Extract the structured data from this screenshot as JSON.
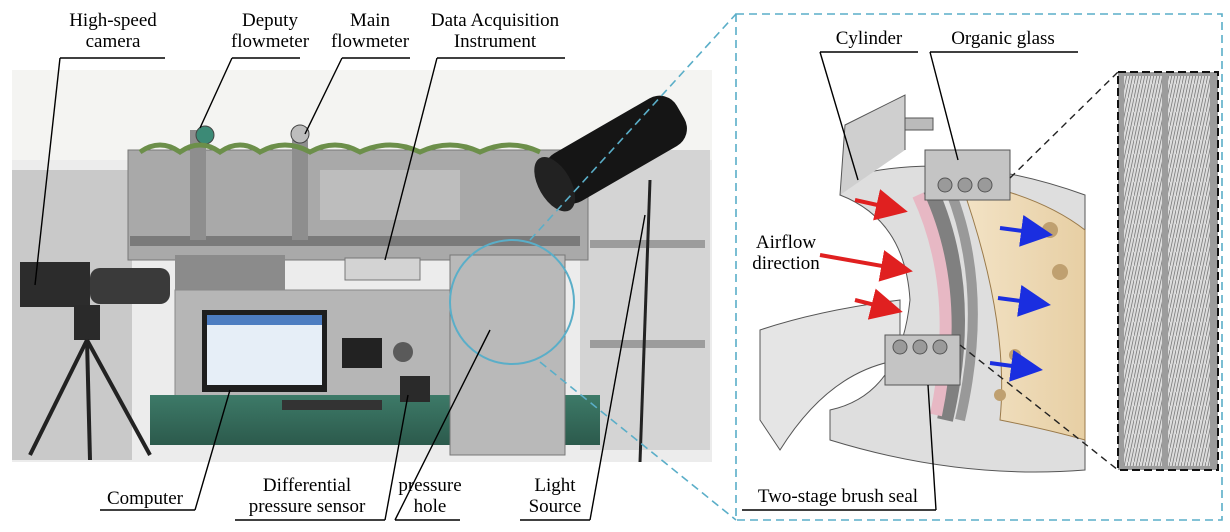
{
  "labels": {
    "high_speed_camera": [
      "High-speed",
      "camera"
    ],
    "deputy_flowmeter": [
      "Deputy",
      "flowmeter"
    ],
    "main_flowmeter": [
      "Main",
      "flowmeter"
    ],
    "data_acquisition": [
      "Data Acquisition",
      "Instrument"
    ],
    "computer": [
      "Computer"
    ],
    "differential_pressure_sensor": [
      "Differential",
      "pressure sensor"
    ],
    "pressure_hole": [
      "pressure",
      "hole"
    ],
    "light_source": [
      "Light",
      "Source"
    ],
    "cylinder": [
      "Cylinder"
    ],
    "organic_glass": [
      "Organic glass"
    ],
    "airflow_direction": [
      "Airflow",
      "direction"
    ],
    "two_stage_brush_seal": [
      "Two-stage brush seal"
    ]
  },
  "colors": {
    "callout_dashed": "#5aaec8",
    "airflow_arrow": "#e02020",
    "outflow_arrow": "#1a2ee0"
  }
}
